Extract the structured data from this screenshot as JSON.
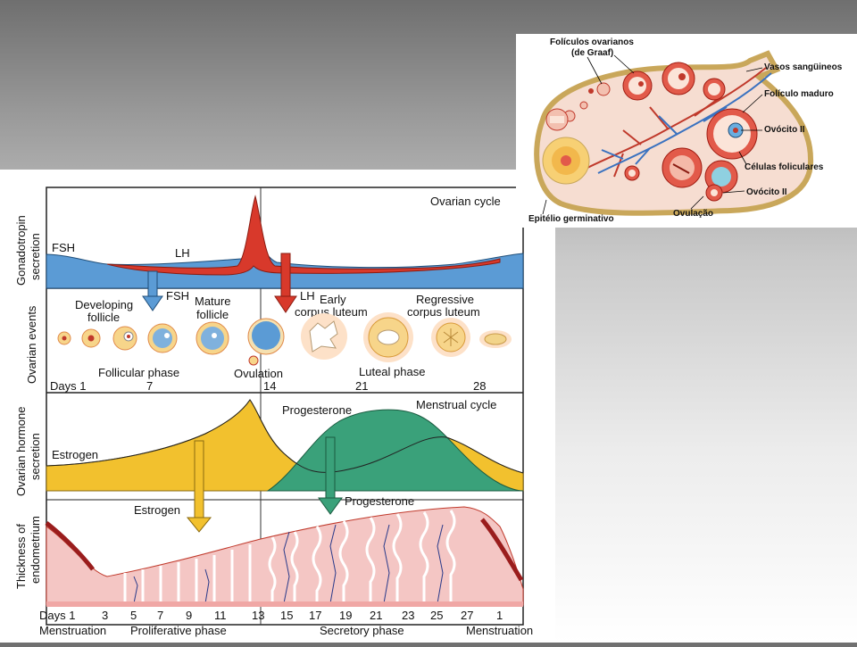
{
  "cycle_diagram": {
    "title_ovarian": "Ovarian cycle",
    "title_menstrual": "Menstrual cycle",
    "panel_labels": {
      "gonadotropin": [
        "Gonadotropin",
        "secretion"
      ],
      "ovarian_events": "Ovarian events",
      "ovarian_hormone": [
        "Ovarian hormone",
        "secretion"
      ],
      "endometrium": [
        "Thickness of",
        "endometrium"
      ]
    },
    "hormones": {
      "fsh": "FSH",
      "lh": "LH",
      "fsh_arrow": "FSH",
      "lh_arrow": "LH",
      "estrogen": "Estrogen",
      "progesterone": "Progesterone",
      "estrogen_arrow": "Estrogen",
      "progesterone_arrow": "Progesterone"
    },
    "ovarian_events": {
      "developing_follicle": [
        "Developing",
        "follicle"
      ],
      "mature_follicle": [
        "Mature",
        "follicle"
      ],
      "early_corpus_luteum": [
        "Early",
        "corpus luteum"
      ],
      "regressive_corpus_luteum": [
        "Regressive",
        "corpus luteum"
      ],
      "follicular_phase": "Follicular phase",
      "ovulation": "Ovulation",
      "luteal_phase": "Luteal phase"
    },
    "days_top": {
      "label": "Days 1",
      "d7": "7",
      "d14": "14",
      "d21": "21",
      "d28": "28"
    },
    "days_bottom": {
      "label": "Days 1",
      "values": [
        "3",
        "5",
        "7",
        "9",
        "11",
        "13",
        "15",
        "17",
        "19",
        "21",
        "23",
        "25",
        "27",
        "1"
      ]
    },
    "phases_bottom": {
      "menstruation_1": "Menstruation",
      "proliferative": "Proliferative phase",
      "secretory": "Secretory phase",
      "menstruation_2": "Menstruation"
    }
  },
  "ovary_diagram": {
    "labels": {
      "foliculos": [
        "Folículos ovarianos",
        "(de Graaf)"
      ],
      "vasos": "Vasos sangüineos",
      "foliculo_maduro": "Folículo maduro",
      "ovocito_1": "Ovócito II",
      "celulas": "Células foliculares",
      "ovocito_2": "Ovócito II",
      "ovulacao": "Ovulação",
      "epitelio": "Epitélio germinativo"
    }
  },
  "colors": {
    "fsh_blue": "#5b9bd5",
    "lh_red": "#d8392b",
    "estrogen_yellow": "#f2c12e",
    "progesterone_green": "#3aa17a",
    "endometrium_pink": "#f4c6c4"
  }
}
